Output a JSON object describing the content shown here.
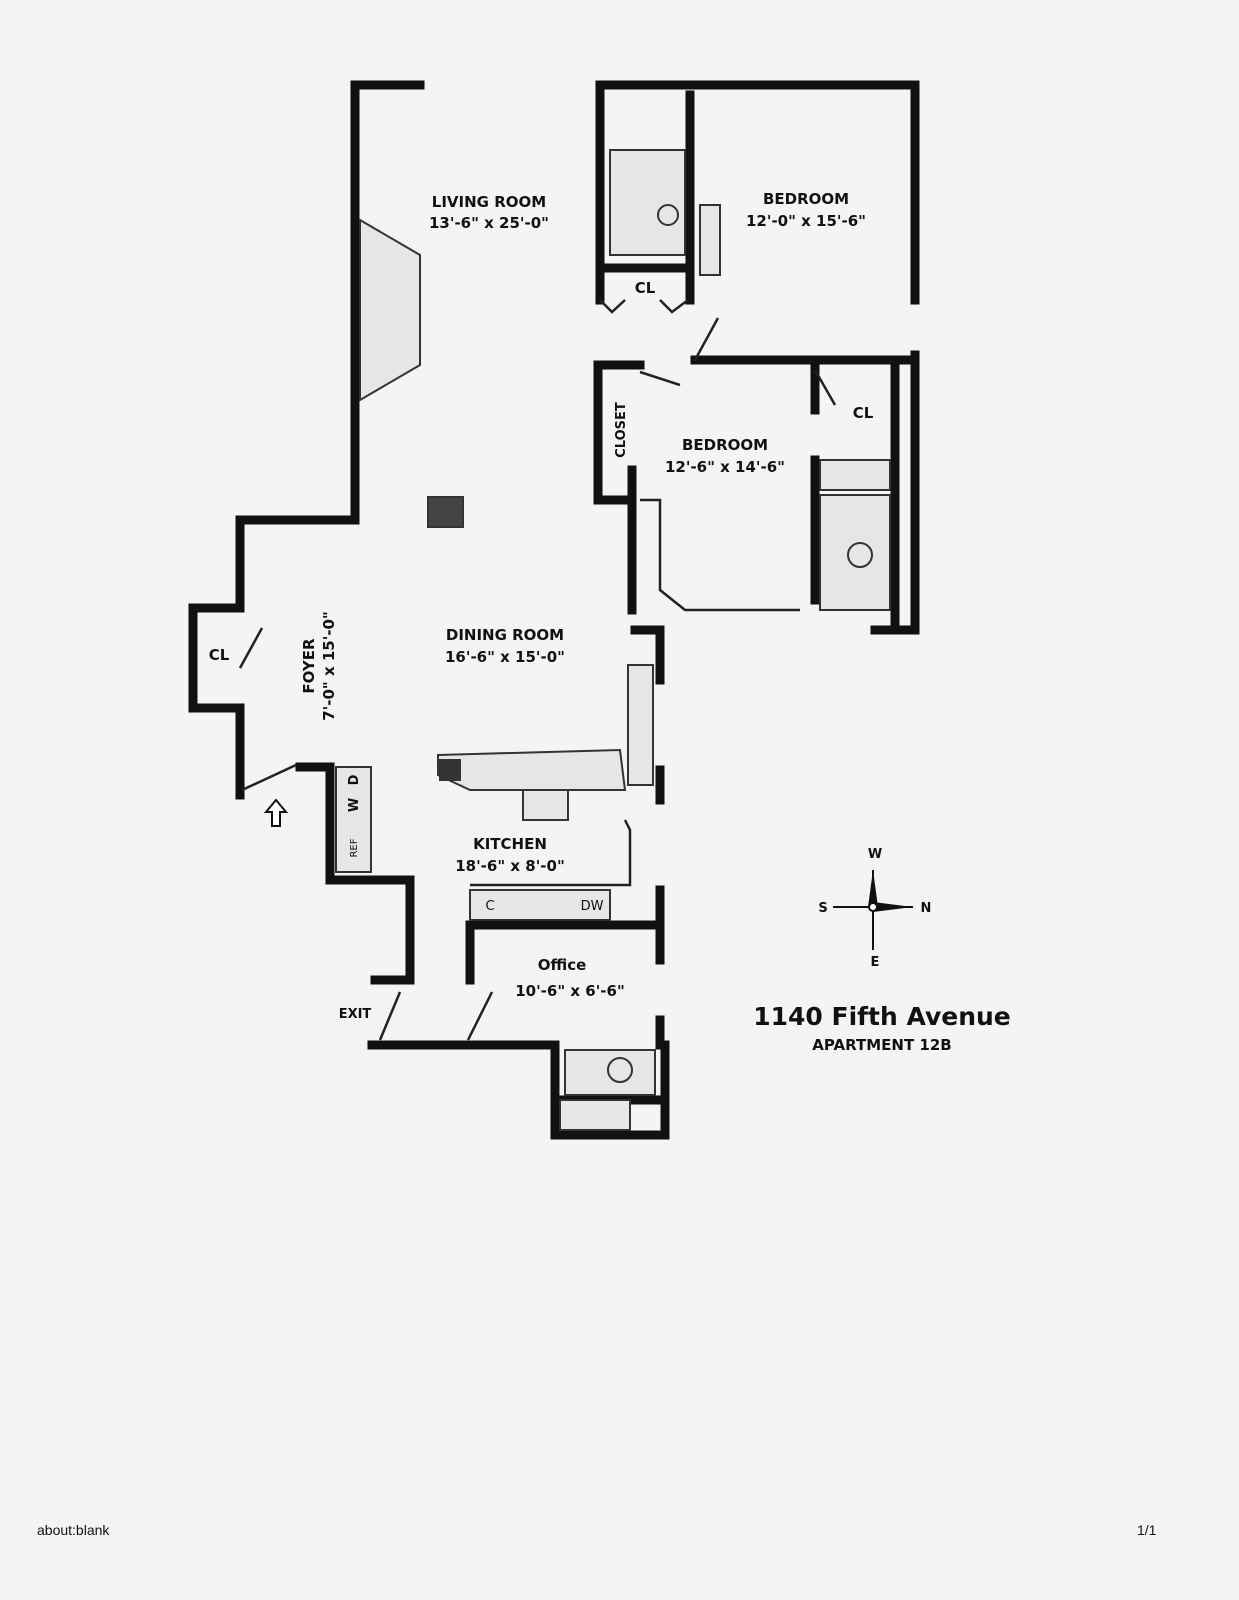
{
  "rooms": {
    "living_room": {
      "name": "LIVING ROOM",
      "size": "13'-6\" x 25'-0\""
    },
    "bedroom_1": {
      "name": "BEDROOM",
      "size": "12'-0\" x 15'-6\""
    },
    "bedroom_2": {
      "name": "BEDROOM",
      "size": "12'-6\" x 14'-6\""
    },
    "dining_room": {
      "name": "DINING ROOM",
      "size": "16'-6\" x 15'-0\""
    },
    "foyer": {
      "name": "FOYER",
      "size": "7'-0\" x 15'-0\""
    },
    "kitchen": {
      "name": "KITCHEN",
      "size": "18'-6\" x 8'-0\""
    },
    "office": {
      "name": "Office",
      "size": "10'-6\" x 6'-6\""
    }
  },
  "labels": {
    "cl": "CL",
    "closet": "CLOSET",
    "exit": "EXIT",
    "washer": "W",
    "dryer": "D",
    "ref": "REF",
    "cooktop": "C",
    "dishwasher": "DW"
  },
  "compass": {
    "w": "W",
    "e": "E",
    "s": "S",
    "n": "N"
  },
  "building": {
    "address": "1140 Fifth Avenue",
    "apartment": "APARTMENT 12B"
  },
  "footer": {
    "url": "about:blank",
    "page": "1/1"
  }
}
